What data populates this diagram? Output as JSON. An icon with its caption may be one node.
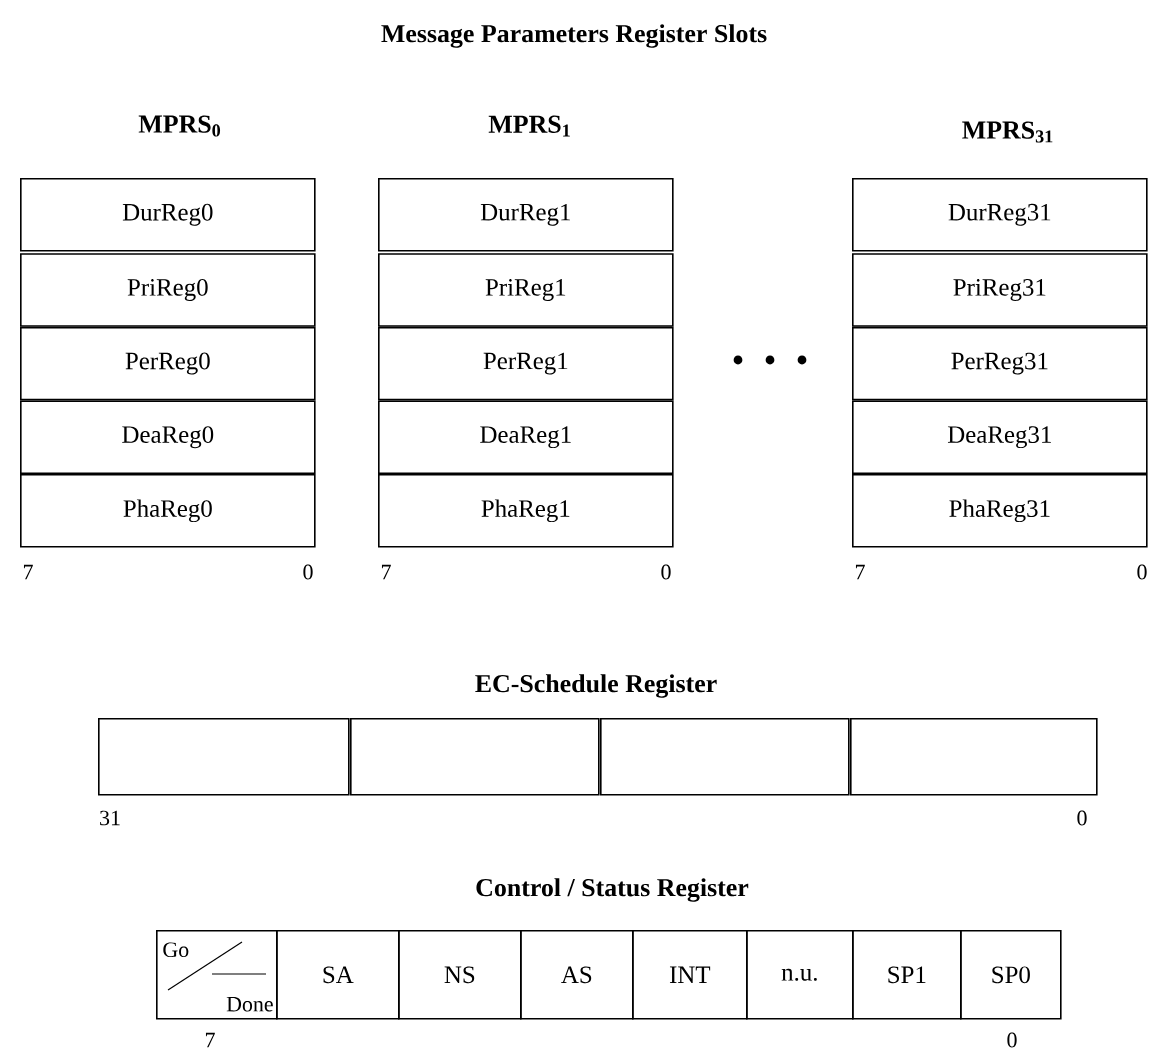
{
  "diagram": {
    "title": "Message Parameters Register Slots",
    "nodes": [
      {
        "text": [
          "DurReg0"
        ]
      },
      {
        "text": [
          "PriReg0"
        ]
      },
      {
        "text": [
          "PerReg0"
        ]
      },
      {
        "text": [
          "DeaReg0"
        ]
      },
      {
        "text": [
          "PhaReg0"
        ]
      },
      {
        "text": [
          "DurReg1"
        ]
      },
      {
        "text": [
          "PriReg1"
        ]
      },
      {
        "text": [
          "PerReg1"
        ]
      },
      {
        "text": [
          "DeaReg1"
        ]
      },
      {
        "text": [
          "PhaReg1"
        ]
      },
      {
        "text": [
          "DurReg31"
        ]
      },
      {
        "text": [
          "PriReg31"
        ]
      },
      {
        "text": [
          "PerReg31"
        ]
      },
      {
        "text": [
          "DeaReg31"
        ]
      },
      {
        "text": [
          "PhaReg31"
        ]
      },
      {
        "text": [],
        "shape": "box"
      },
      {
        "text": [],
        "shape": "box"
      },
      {
        "text": [],
        "shape": "box"
      },
      {
        "text": [],
        "shape": "box"
      },
      {
        "text": [
          "Go",
          "Done"
        ]
      },
      {
        "text": [
          "SA"
        ]
      },
      {
        "text": [
          "NS"
        ]
      },
      {
        "text": [
          "AS"
        ]
      },
      {
        "text": [
          "INT"
        ]
      },
      {
        "text": [
          "n.u."
        ]
      },
      {
        "text": [
          "SP1"
        ]
      },
      {
        "text": [
          "SP0"
        ]
      }
    ],
    "edges": [],
    "labels": [
      "MPRS$_{0}$",
      "MPRS$_{1}$",
      "MPRS$_{31}$",
      "7",
      "0",
      "7",
      "0",
      "7",
      "0",
      "EC-Schedule Register",
      "31",
      "0",
      "Control / Status Register",
      "7",
      "0"
    ]
  }
}
